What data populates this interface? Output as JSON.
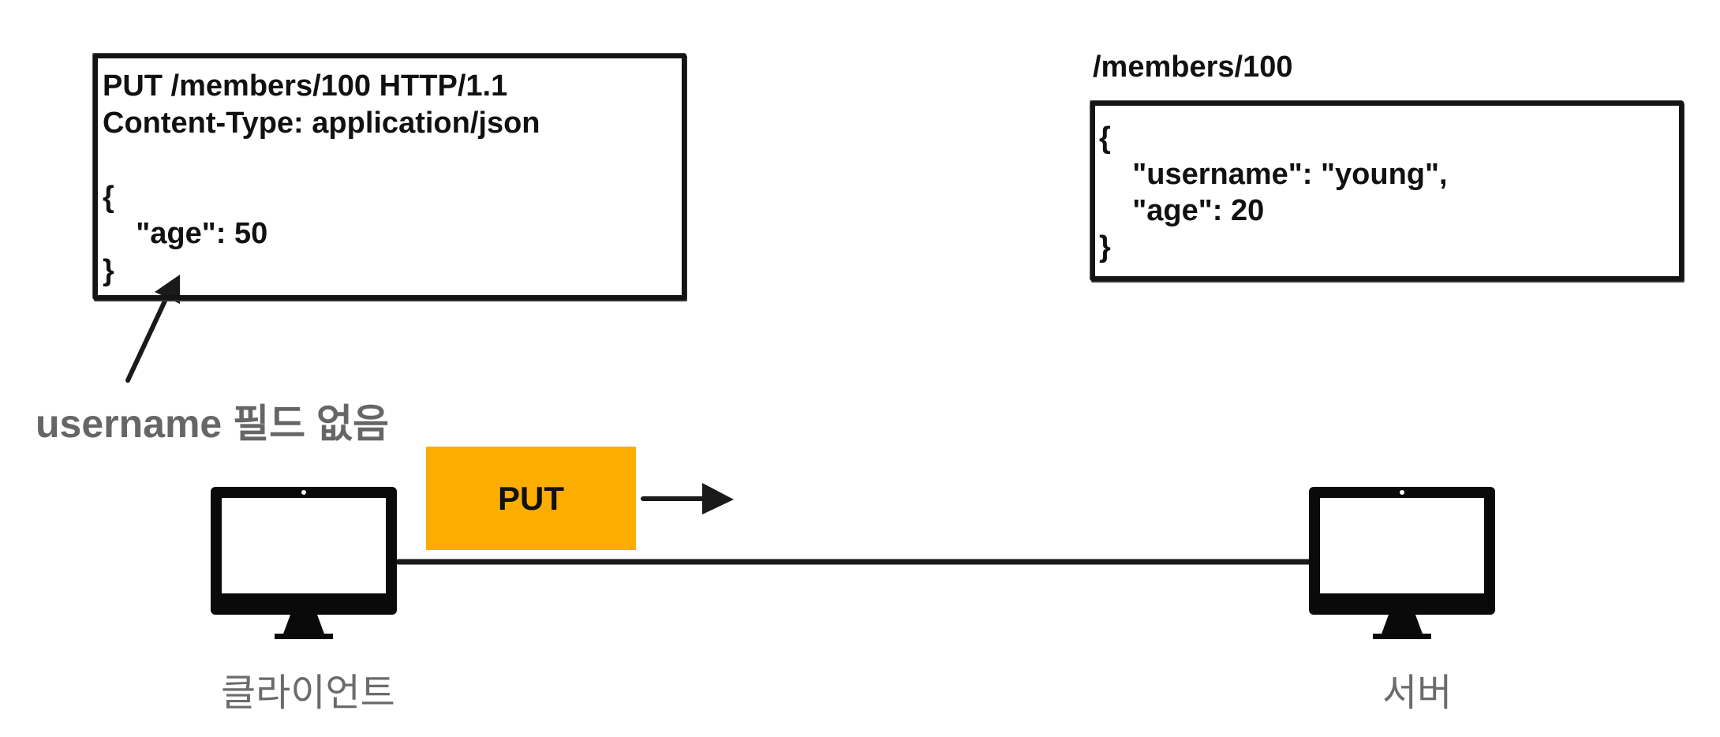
{
  "request": {
    "lines": [
      "PUT /members/100 HTTP/1.1",
      "Content-Type: application/json",
      "",
      "{",
      "    \"age\": 50",
      "}"
    ]
  },
  "annotation": {
    "text": "username 필드 없음"
  },
  "server_resource": {
    "path": "/members/100",
    "lines": [
      "{",
      "    \"username\": \"young\",",
      "    \"age\": 20",
      "}"
    ]
  },
  "method_box": {
    "label": "PUT",
    "color": "#FBAD00"
  },
  "client": {
    "label": "클라이언트",
    "icon": "monitor-icon"
  },
  "server": {
    "label": "서버",
    "icon": "monitor-icon"
  }
}
